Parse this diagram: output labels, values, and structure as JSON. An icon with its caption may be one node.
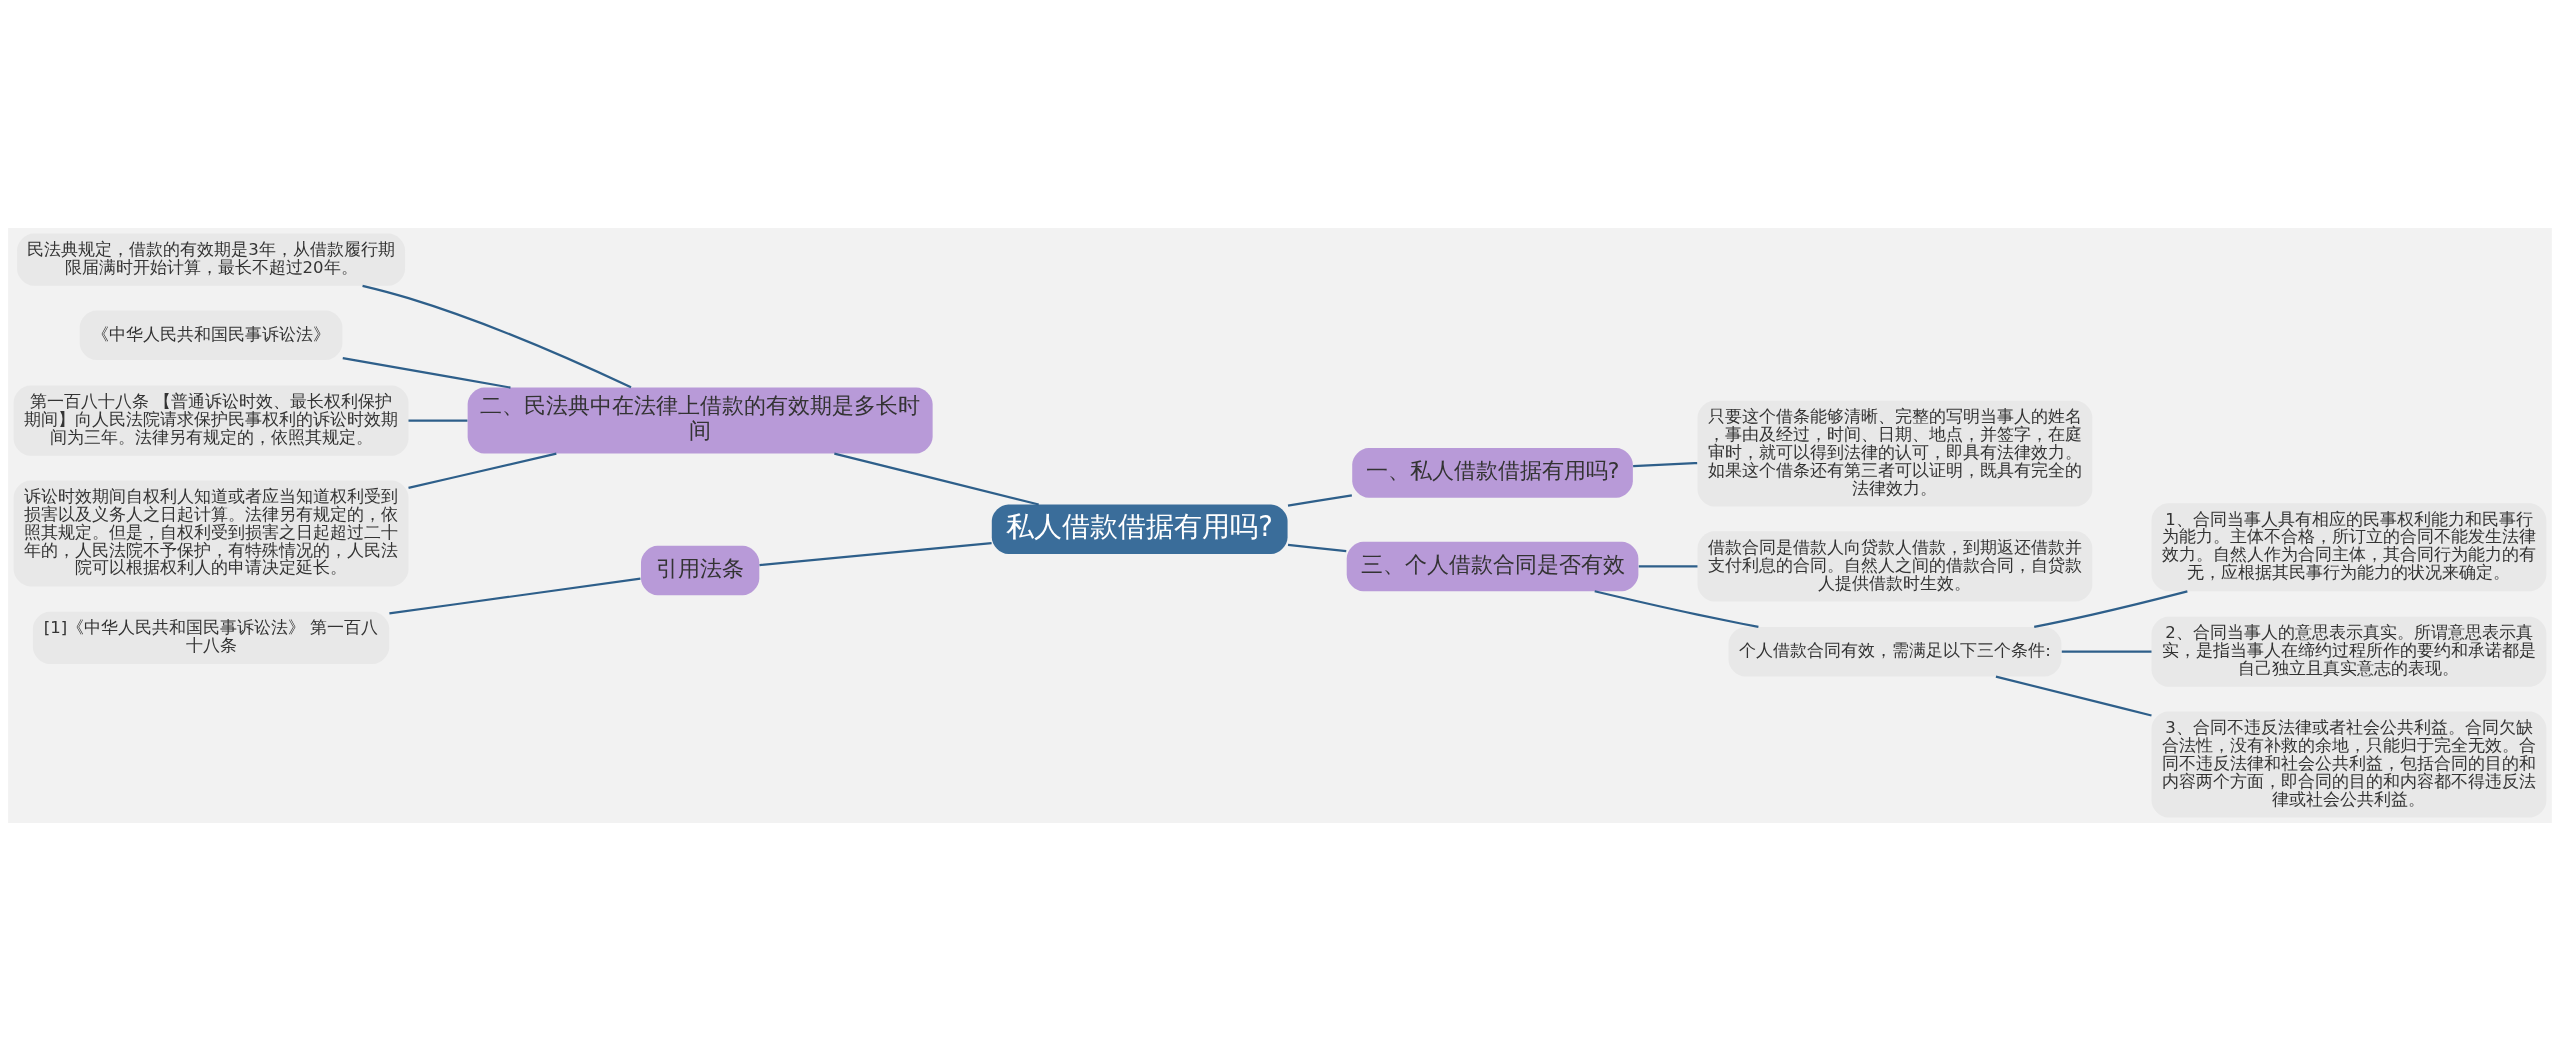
{
  "diagram": {
    "nodes": [
      {
        "text": [
          "私人借款借据有用吗?"
        ]
      },
      {
        "text": [
          "一、私人借款借据有用吗?"
        ]
      },
      {
        "text": [
          "只要这个借条能够清晰、完整的写明当事人的姓名，事由及经过，时间、日期、地点，并签字，在庭审时，就可以得到法律的认可，即具有法律效力。如果这个借条还有第三者可以证明，既具有完全的法律效力。"
        ]
      },
      {
        "text": [
          "二、民法典中在法律上借款的有效期是多长时间"
        ]
      },
      {
        "text": [
          "民法典规定，借款的有效期是3年，从借款履行期限届满时开始计算，最长不超过20年。"
        ]
      },
      {
        "text": [
          "《中华人民共和国民事诉讼法》"
        ]
      },
      {
        "text": [
          "第一百八十八条 【普通诉讼时效、最长权利保护期间】向人民法院请求保护民事权利的诉讼时效期间为三年。法律另有规定的，依照其规定。"
        ]
      },
      {
        "text": [
          "诉讼时效期间自权利人知道或者应当知道权利受到损害以及义务人之日起计算。法律另有规定的，依照其规定。但是，自权利受到损害之日起超过二十年的，人民法院不予保护，有特殊情况的，人民法院可以根据权利人的申请决定延长。"
        ]
      },
      {
        "text": [
          "三、个人借款合同是否有效"
        ]
      },
      {
        "text": [
          "借款合同是借款人向贷款人借款，到期返还借款并支付利息的合同。自然人之间的借款合同，自贷款人提供借款时生效。"
        ]
      },
      {
        "text": [
          "个人借款合同有效，需满足以下三个条件:"
        ]
      },
      {
        "text": [
          "1、合同当事人具有相应的民事权利能力和民事行为能力。主体不合格，所订立的合同不能发生法律效力。自然人作为合同主体，其合同行为能力的有无，应根据其民事行为能力的状况来确定。"
        ]
      },
      {
        "text": [
          "2、合同当事人的意思表示真实。所谓意思表示真实，是指当事人在缔约过程所作的要约和承诺都是自己独立且真实意志的表现。"
        ]
      },
      {
        "text": [
          "3、合同不违反法律或者社会公共利益。合同欠缺合法性，没有补救的余地，只能归于完全无效。合同不违反法律和社会公共利益，包括合同的目的和内容两个方面，即合同的目的和内容都不得违反法律或社会公共利益。"
        ]
      },
      {
        "text": [
          "引用法条"
        ]
      },
      {
        "text": [
          "[1]《中华人民共和国民事诉讼法》 第一百八十八条"
        ]
      }
    ],
    "edges": [
      {
        "from": 0,
        "to": 1,
        "arrow": "none"
      },
      {
        "from": 1,
        "to": 2,
        "arrow": "none"
      },
      {
        "from": 0,
        "to": 3,
        "arrow": "none"
      },
      {
        "from": 3,
        "to": 4,
        "arrow": "none"
      },
      {
        "from": 3,
        "to": 5,
        "arrow": "none"
      },
      {
        "from": 3,
        "to": 6,
        "arrow": "none"
      },
      {
        "from": 3,
        "to": 7,
        "arrow": "none"
      },
      {
        "from": 0,
        "to": 8,
        "arrow": "none"
      },
      {
        "from": 8,
        "to": 9,
        "arrow": "none"
      },
      {
        "from": 8,
        "to": 10,
        "arrow": "none"
      },
      {
        "from": 10,
        "to": 11,
        "arrow": "none"
      },
      {
        "from": 10,
        "to": 12,
        "arrow": "none"
      },
      {
        "from": 10,
        "to": 13,
        "arrow": "none"
      },
      {
        "from": 0,
        "to": 14,
        "arrow": "none"
      },
      {
        "from": 14,
        "to": 15,
        "arrow": "none"
      }
    ]
  }
}
